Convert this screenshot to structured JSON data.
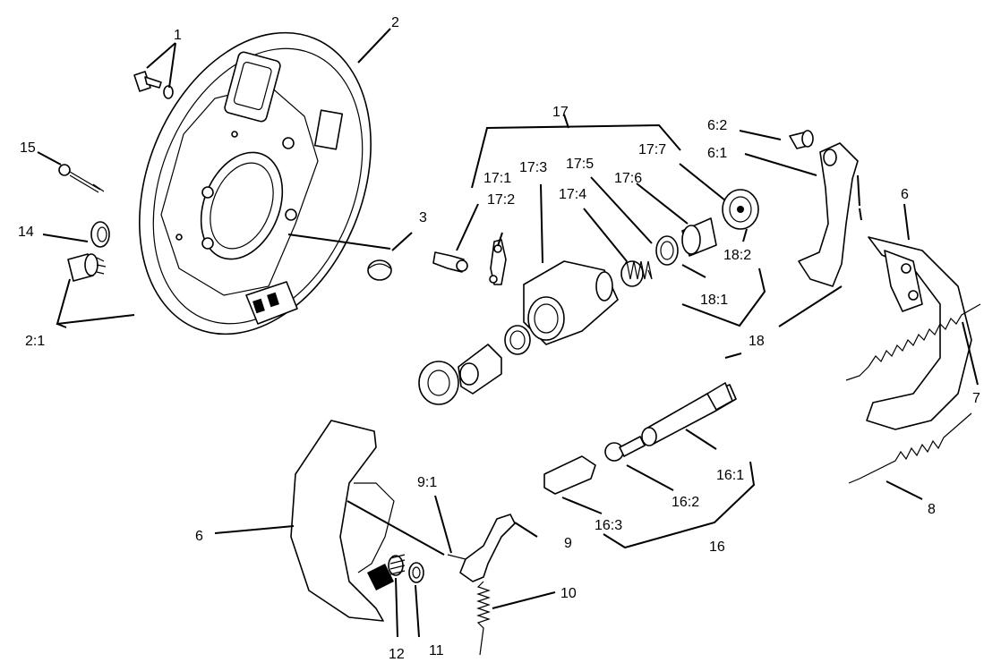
{
  "labels": {
    "l1": "1",
    "l2": "2",
    "l3": "3",
    "l6a": "6",
    "l6b": "6",
    "l7": "7",
    "l8": "8",
    "l9": "9",
    "l10": "10",
    "l11": "11",
    "l12": "12",
    "l14": "14",
    "l15": "15",
    "l16": "16",
    "l17": "17",
    "l18": "18",
    "l2_1": "2:1",
    "l6_1": "6:1",
    "l6_2": "6:2",
    "l9_1": "9:1",
    "l16_1": "16:1",
    "l16_2": "16:2",
    "l16_3": "16:3",
    "l17_1": "17:1",
    "l17_2": "17:2",
    "l17_3": "17:3",
    "l17_4": "17:4",
    "l17_5": "17:5",
    "l17_6": "17:6",
    "l17_7": "17:7",
    "l18_1": "18:1",
    "l18_2": "18:2"
  }
}
